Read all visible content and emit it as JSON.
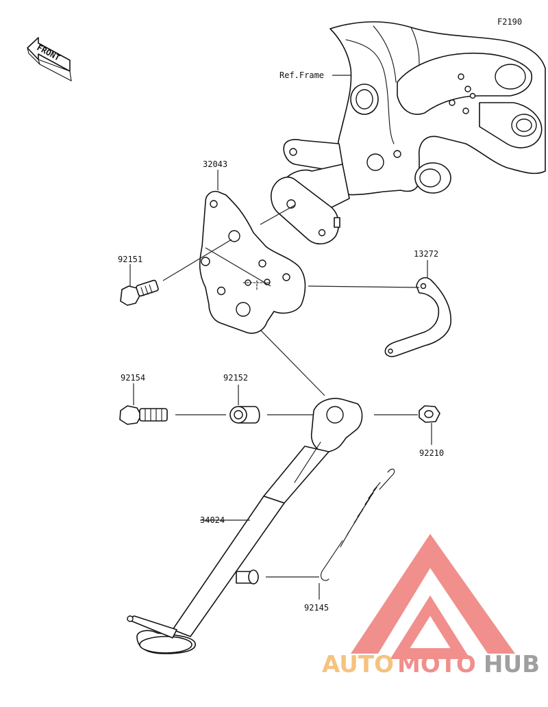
{
  "diagram_code": "F2190",
  "front_label": "FRONT",
  "ref_frame": "Ref.Frame",
  "parts": {
    "bracket": "32043",
    "bolt_bracket": "92151",
    "spring_hook": "13272",
    "bolt_pivot": "92154",
    "collar": "92152",
    "nut": "92210",
    "side_stand": "34024",
    "spring": "92145"
  },
  "watermark": {
    "word_part1": "AUTO",
    "word_part2": "MOTO",
    "word_part3": "HUB",
    "color_orange": "#f5c07a",
    "color_red": "#f08a86",
    "color_gray": "#9a9a9a"
  }
}
